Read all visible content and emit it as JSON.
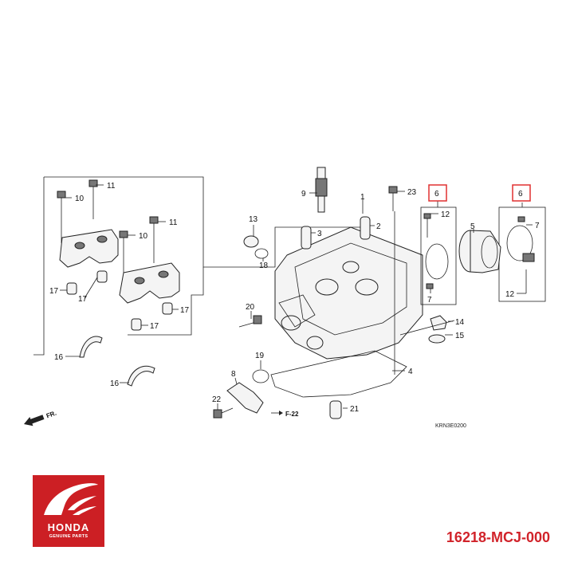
{
  "callouts": {
    "c1": "1",
    "c2": "2",
    "c3": "3",
    "c4": "4",
    "c5": "5",
    "c6a": "6",
    "c6b": "6",
    "c7a": "7",
    "c7b": "7",
    "c8": "8",
    "c9": "9",
    "c10a": "10",
    "c10b": "10",
    "c11a": "11",
    "c11b": "11",
    "c12a": "12",
    "c12b": "12",
    "c13": "13",
    "c14": "14",
    "c15": "15",
    "c16a": "16",
    "c16b": "16",
    "c17a": "17",
    "c17b": "17",
    "c17c": "17",
    "c18": "18",
    "c19": "19",
    "c20": "20",
    "c21": "21",
    "c22": "22",
    "c23": "23"
  },
  "reference_arrow": "F-22",
  "front_arrow": "FR.",
  "diagram_code": "KRN3E0200",
  "logo": {
    "brand": "HONDA",
    "tagline": "GENUINE PARTS"
  },
  "part_number": "16218-MCJ-000",
  "colors": {
    "highlight": "#e03030",
    "brand_red": "#cc1f24",
    "part_number": "#d1232a"
  }
}
